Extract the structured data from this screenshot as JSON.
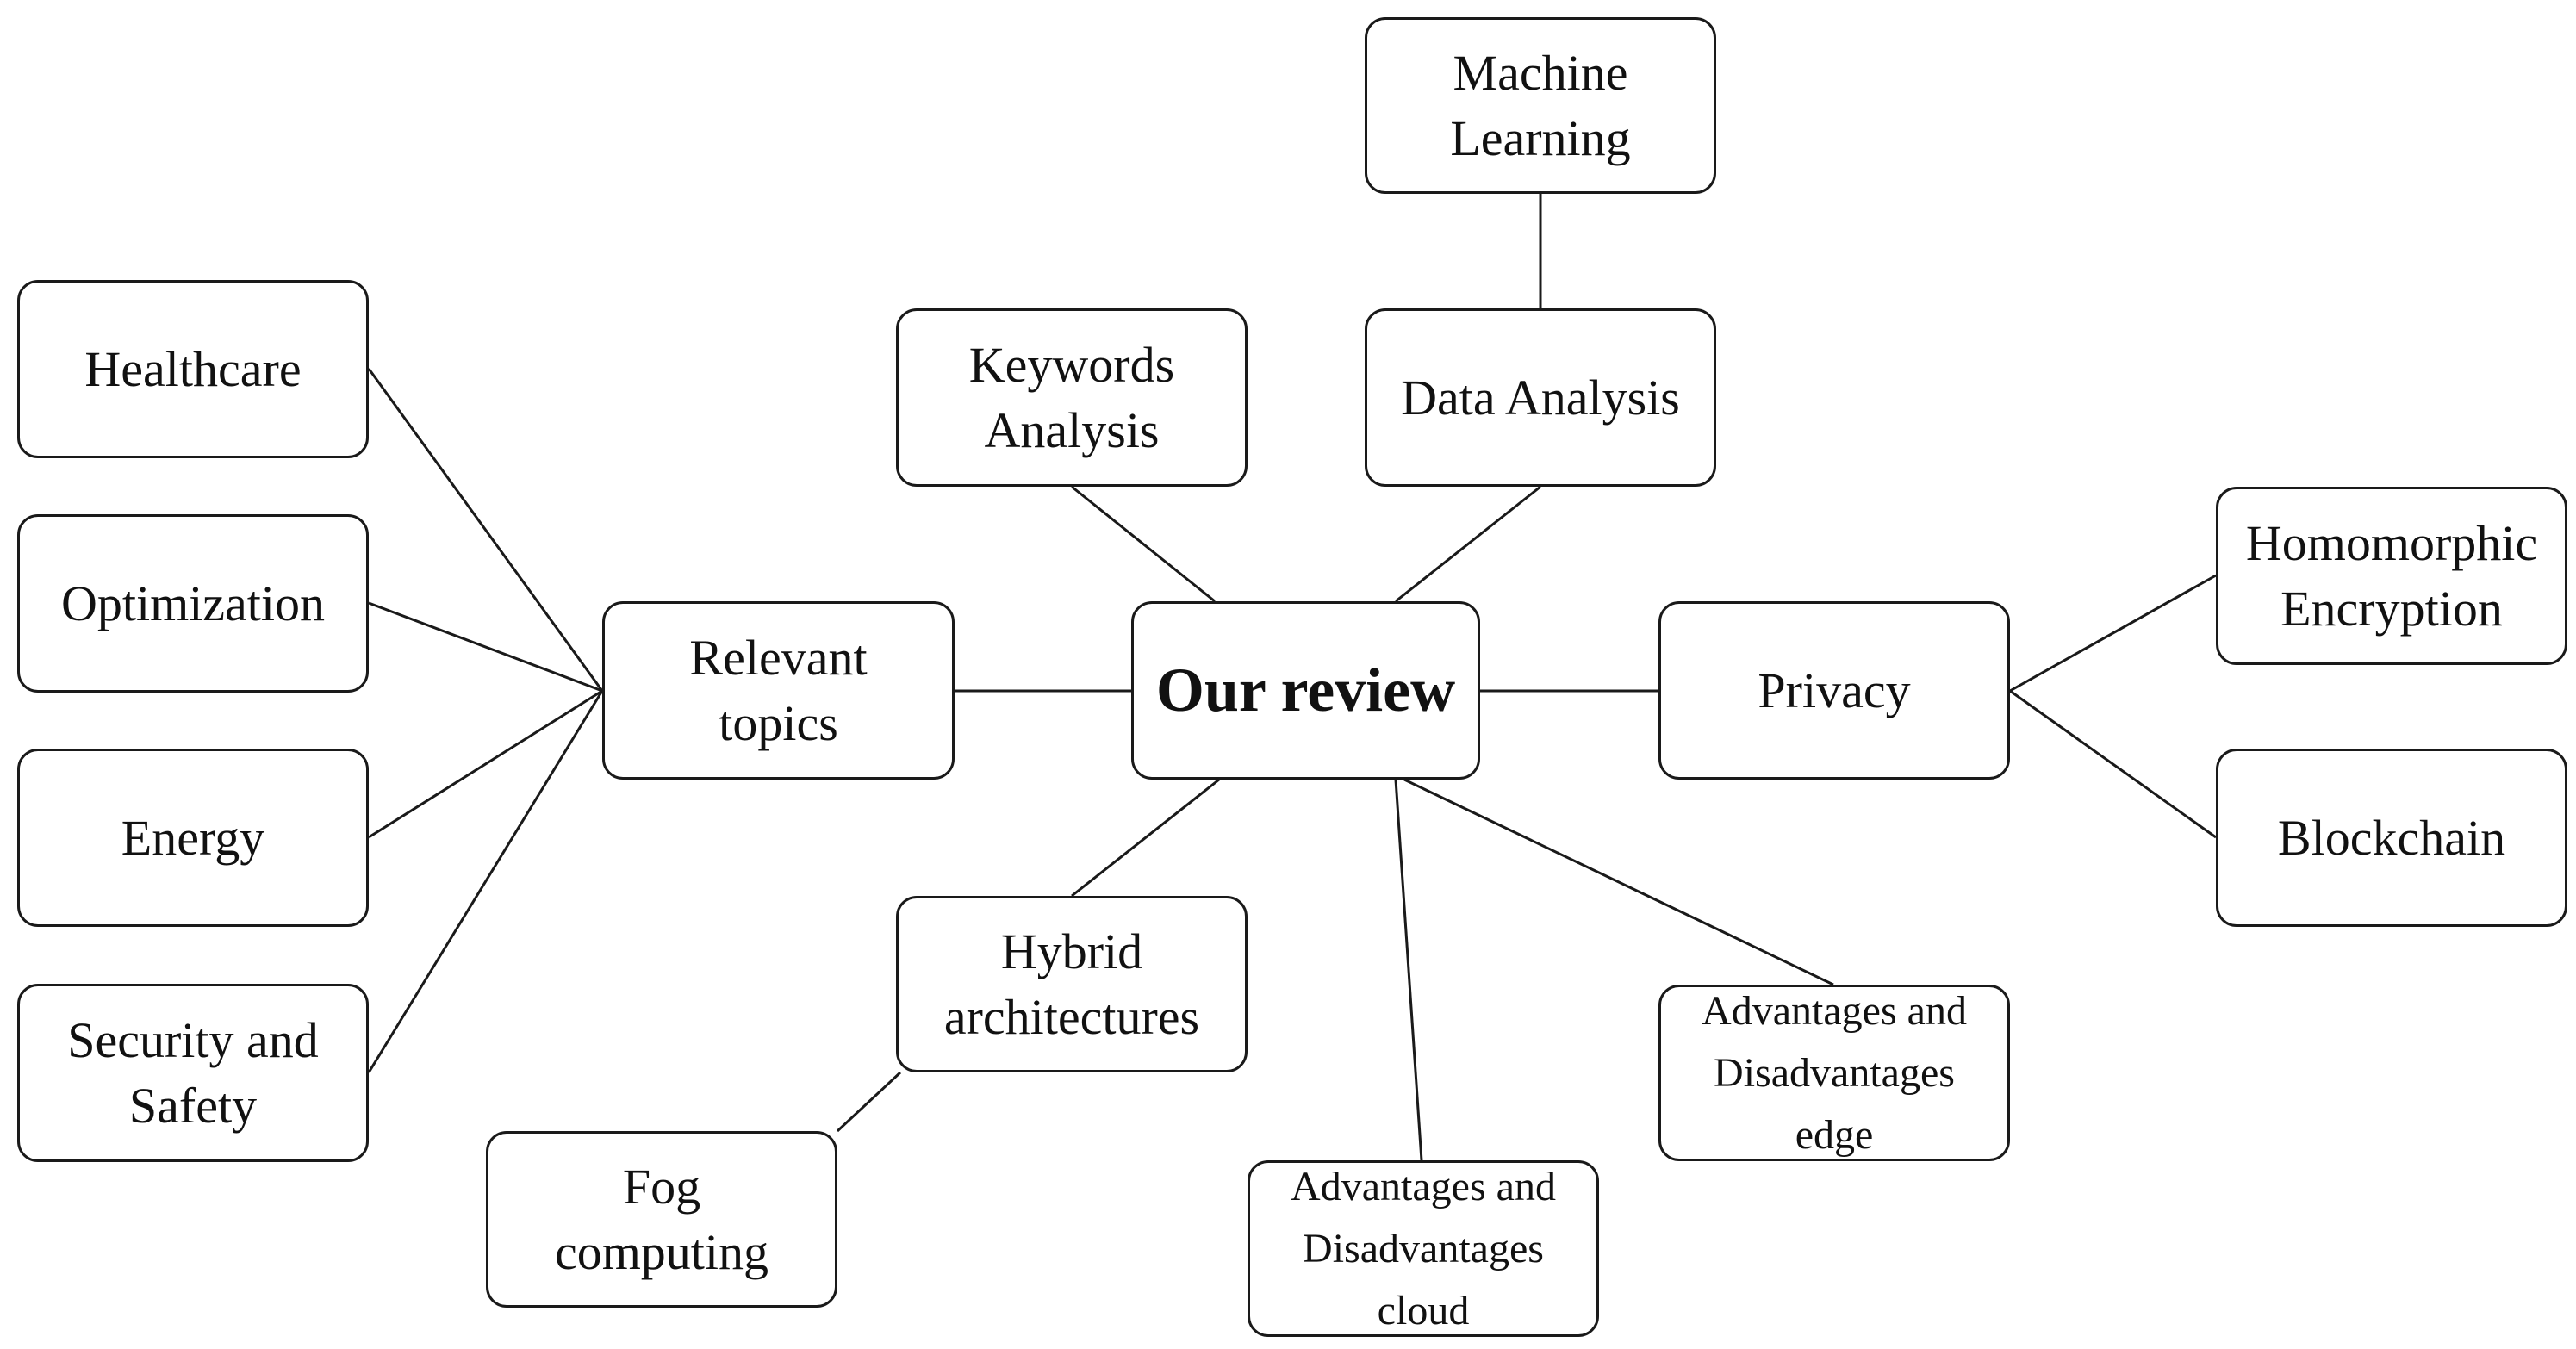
{
  "diagram": {
    "center": {
      "label": "Our review"
    },
    "nodes": {
      "machine_learning": "Machine\nLearning",
      "keywords_analysis": "Keywords\nAnalysis",
      "data_analysis": "Data Analysis",
      "healthcare": "Healthcare",
      "optimization": "Optimization",
      "energy": "Energy",
      "security_safety": "Security and\nSafety",
      "relevant_topics": "Relevant\ntopics",
      "privacy": "Privacy",
      "homomorphic_encryption": "Homomorphic\nEncryption",
      "blockchain": "Blockchain",
      "hybrid_architectures": "Hybrid\narchitectures",
      "fog_computing": "Fog\ncomputing",
      "adv_disadv_edge": "Advantages and\nDisadvantages\nedge",
      "adv_disadv_cloud": "Advantages and\nDisadvantages\ncloud"
    }
  }
}
